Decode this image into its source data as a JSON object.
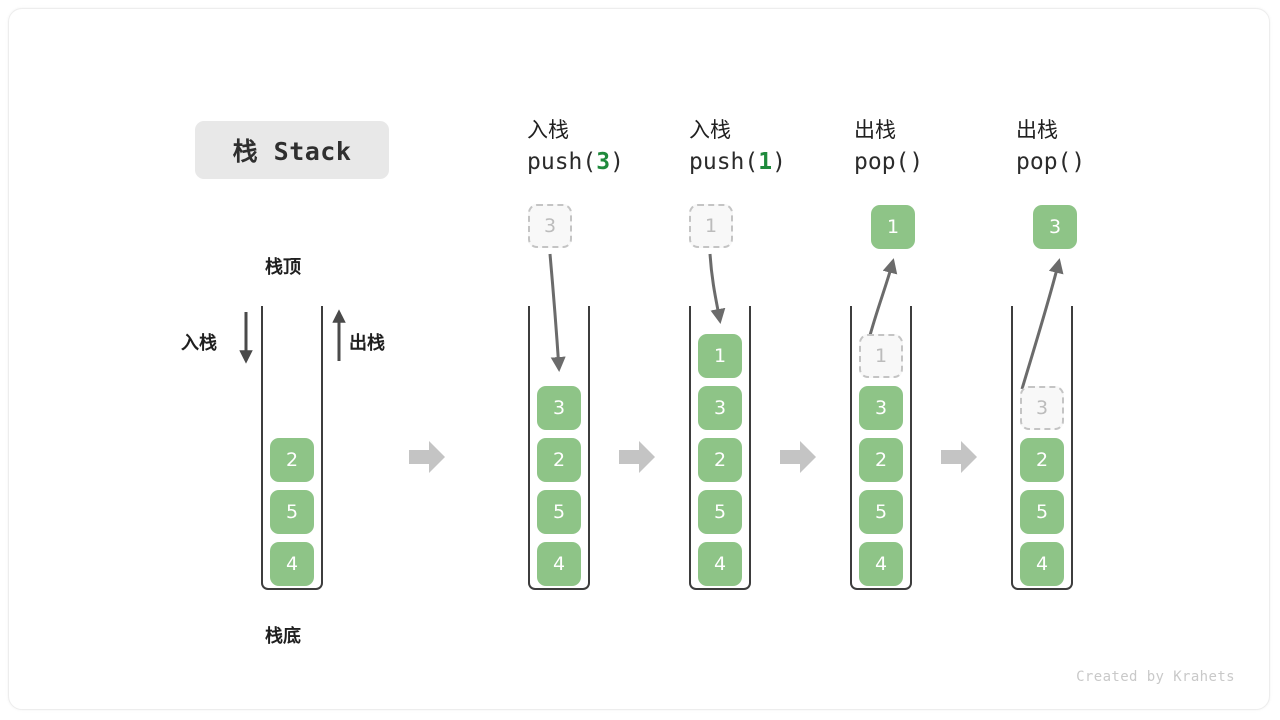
{
  "title_pill": {
    "label": "栈 Stack"
  },
  "labels": {
    "top": "栈顶",
    "bottom": "栈底",
    "push_side": "入栈",
    "pop_side": "出栈"
  },
  "colors": {
    "cell_fill": "#8ec487",
    "cell_text": "#ffffff",
    "ghost_fill": "#f8f8f8",
    "ghost_border": "#c4c4c4",
    "ghost_text": "#bcbcbc",
    "accent_number": "#1f8a3c",
    "wall": "#3d3d3d",
    "step_arrow": "#c4c4c4",
    "motion_arrow": "#6b6b6b",
    "pill_bg": "#e8e8e8",
    "credit": "#c9c9c9"
  },
  "columns": [
    {
      "id": "initial",
      "head_line1": "",
      "head_line2_pre": "",
      "head_line2_num": "",
      "head_line2_post": "",
      "cells": [
        {
          "value": "2",
          "state": "filled"
        },
        {
          "value": "5",
          "state": "filled"
        },
        {
          "value": "4",
          "state": "filled"
        }
      ],
      "floating": null
    },
    {
      "id": "push-3",
      "head_line1": "入栈",
      "head_line2_pre": "push(",
      "head_line2_num": "3",
      "head_line2_post": ")",
      "cells": [
        {
          "value": "3",
          "state": "filled"
        },
        {
          "value": "2",
          "state": "filled"
        },
        {
          "value": "5",
          "state": "filled"
        },
        {
          "value": "4",
          "state": "filled"
        }
      ],
      "floating": {
        "value": "3",
        "state": "ghost",
        "direction": "in"
      }
    },
    {
      "id": "push-1",
      "head_line1": "入栈",
      "head_line2_pre": "push(",
      "head_line2_num": "1",
      "head_line2_post": ")",
      "cells": [
        {
          "value": "1",
          "state": "filled"
        },
        {
          "value": "3",
          "state": "filled"
        },
        {
          "value": "2",
          "state": "filled"
        },
        {
          "value": "5",
          "state": "filled"
        },
        {
          "value": "4",
          "state": "filled"
        }
      ],
      "floating": {
        "value": "1",
        "state": "ghost",
        "direction": "in"
      }
    },
    {
      "id": "pop-1",
      "head_line1": "出栈",
      "head_line2_pre": "pop(",
      "head_line2_num": "",
      "head_line2_post": ")",
      "cells": [
        {
          "value": "1",
          "state": "ghost"
        },
        {
          "value": "3",
          "state": "filled"
        },
        {
          "value": "2",
          "state": "filled"
        },
        {
          "value": "5",
          "state": "filled"
        },
        {
          "value": "4",
          "state": "filled"
        }
      ],
      "floating": {
        "value": "1",
        "state": "filled",
        "direction": "out"
      }
    },
    {
      "id": "pop-2",
      "head_line1": "出栈",
      "head_line2_pre": "pop(",
      "head_line2_num": "",
      "head_line2_post": ")",
      "cells": [
        {
          "value": "3",
          "state": "ghost"
        },
        {
          "value": "2",
          "state": "filled"
        },
        {
          "value": "5",
          "state": "filled"
        },
        {
          "value": "4",
          "state": "filled"
        }
      ],
      "floating": {
        "value": "3",
        "state": "filled",
        "direction": "out"
      }
    }
  ],
  "credit": "Created by Krahets"
}
